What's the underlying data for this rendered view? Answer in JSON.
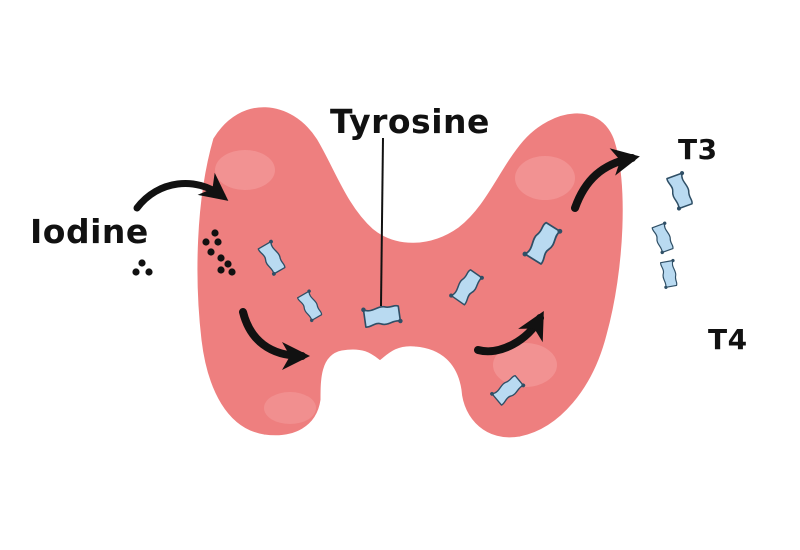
{
  "labels": {
    "iodine": "Iodine",
    "tyrosine": "Tyrosine",
    "t3": "T3",
    "t4": "T4"
  },
  "colors": {
    "gland": "#ee7f7f",
    "gland_highlight": "#f5a3a3",
    "molecule_fill": "#b9daf1",
    "molecule_outline": "#2f4f66",
    "arrow": "#111111"
  }
}
